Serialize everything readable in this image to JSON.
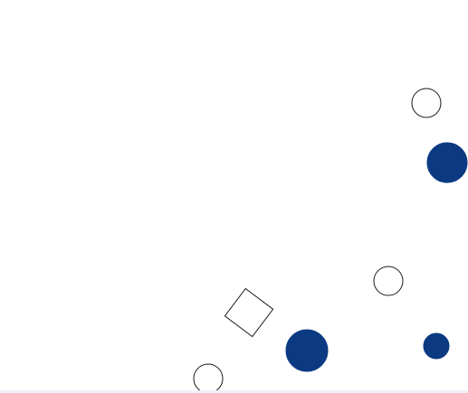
{
  "canvas": {
    "background_color": "#ffffff",
    "band_color": "#eef1f7"
  },
  "colors": {
    "fill_filled": "#0c3a82",
    "fill_outline": "#ffffff",
    "stroke": "#1a1a1a"
  },
  "shapes": [
    {
      "kind": "circle",
      "style": "outline"
    },
    {
      "kind": "circle",
      "style": "filled"
    },
    {
      "kind": "circle",
      "style": "outline"
    },
    {
      "kind": "square",
      "style": "outline"
    },
    {
      "kind": "circle",
      "style": "filled"
    },
    {
      "kind": "circle",
      "style": "filled"
    },
    {
      "kind": "circle",
      "style": "outline"
    }
  ]
}
